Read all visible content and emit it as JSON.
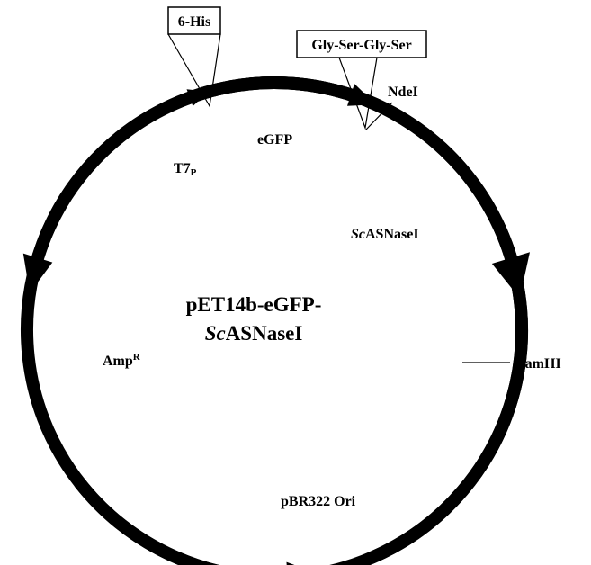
{
  "plasmid": {
    "name_line1": "pET14b-eGFP-",
    "name_line2_italic": "Sc",
    "name_line2_rest": "ASNaseI"
  },
  "features": {
    "t7_main": "T7",
    "t7_sub": "P",
    "egfp": "eGFP",
    "scasnase_italic": "Sc",
    "scasnase_rest": "ASNaseI",
    "pbr322": "pBR322 Ori",
    "amp_main": "Amp",
    "amp_sup": "R"
  },
  "sites": {
    "his_tag": "6-His",
    "linker": "Gly-Ser-Gly-Ser",
    "ndei": "NdeI",
    "bamhi": "BamHI"
  },
  "colors": {
    "stroke": "#000000",
    "background": "#ffffff"
  }
}
